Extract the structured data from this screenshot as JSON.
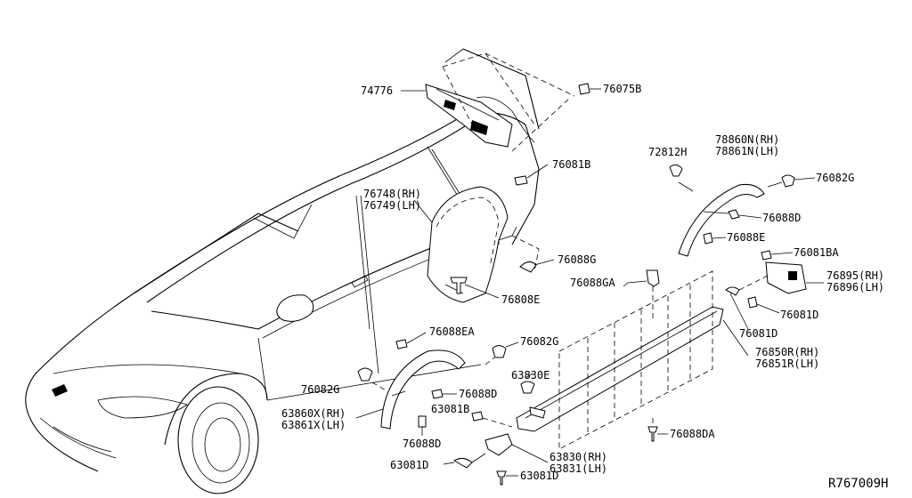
{
  "diagram": {
    "reference_code": "R767009H",
    "callouts": {
      "p74776": "74776",
      "p76075B": "76075B",
      "p76081B": "76081B",
      "p76748": "76748(RH)",
      "p76749": "76749(LH)",
      "p76088G": "76088G",
      "p76808E": "76808E",
      "p72812H": "72812H",
      "p78860N": "78860N(RH)",
      "p78861N": "78861N(LH)",
      "p76082G_top": "76082G",
      "p76088D_top": "76088D",
      "p76088E": "76088E",
      "p76081BA": "76081BA",
      "p76895": "76895(RH)",
      "p76896": "76896(LH)",
      "p76088GA": "76088GA",
      "p76081D_a": "76081D",
      "p76081D_b": "76081D",
      "p76850R": "76850R(RH)",
      "p76851R": "76851R(LH)",
      "p76088EA": "76088EA",
      "p76082G_mid": "76082G",
      "p63830E": "63830E",
      "p76088D_mid": "76088D",
      "p76082G_left": "76082G",
      "p63860X": "63860X(RH)",
      "p63861X": "63861X(LH)",
      "p63081B": "63081B",
      "p76088D_bot": "76088D",
      "p76088DA": "76088DA",
      "p63830": "63830(RH)",
      "p63831": "63831(LH)",
      "p63081D_a": "63081D",
      "p63081D_b": "63081D"
    }
  }
}
